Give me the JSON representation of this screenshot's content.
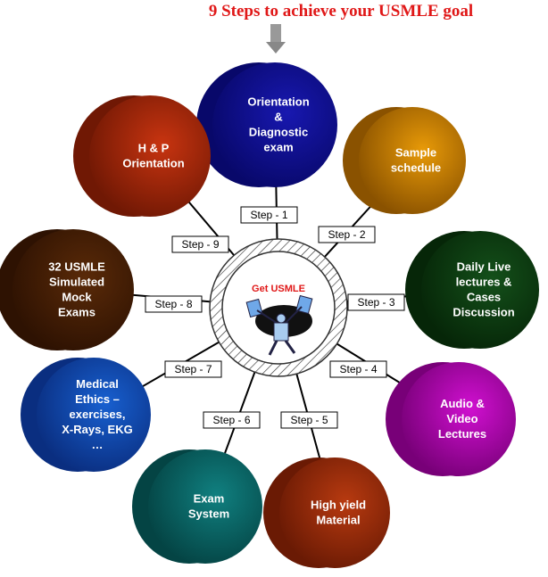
{
  "title": "9 Steps to achieve your USMLE goal",
  "center_label": "Get USMLE",
  "steps": [
    {
      "step": "Step - 1",
      "lines": [
        "Orientation",
        "&",
        "Diagnostic",
        "exam"
      ],
      "color": "#1818b0",
      "dark": "#08086a"
    },
    {
      "step": "Step - 2",
      "lines": [
        "Sample",
        "schedule"
      ],
      "color": "#e89a08",
      "dark": "#8a5200"
    },
    {
      "step": "Step - 3",
      "lines": [
        "Daily Live",
        "lectures &",
        "Cases",
        "Discussion"
      ],
      "color": "#14501a",
      "dark": "#062608"
    },
    {
      "step": "Step - 4",
      "lines": [
        "Audio &",
        "Video",
        "Lectures"
      ],
      "color": "#d010d0",
      "dark": "#780078"
    },
    {
      "step": "Step - 5",
      "lines": [
        "High yield",
        "Material"
      ],
      "color": "#b83a10",
      "dark": "#6a1a04"
    },
    {
      "step": "Step - 6",
      "lines": [
        "Exam",
        "System"
      ],
      "color": "#108080",
      "dark": "#044444"
    },
    {
      "step": "Step - 7",
      "lines": [
        "Medical",
        "Ethics –",
        "exercises,",
        "X-Rays, EKG",
        "…"
      ],
      "color": "#1860d0",
      "dark": "#0a2e80"
    },
    {
      "step": "Step - 8",
      "lines": [
        "32 USMLE",
        "Simulated",
        "Mock",
        "Exams"
      ],
      "color": "#5a2a08",
      "dark": "#2e1202"
    },
    {
      "step": "Step - 9",
      "lines": [
        "H & P",
        "Orientation"
      ],
      "color": "#c83410",
      "dark": "#701804"
    }
  ]
}
